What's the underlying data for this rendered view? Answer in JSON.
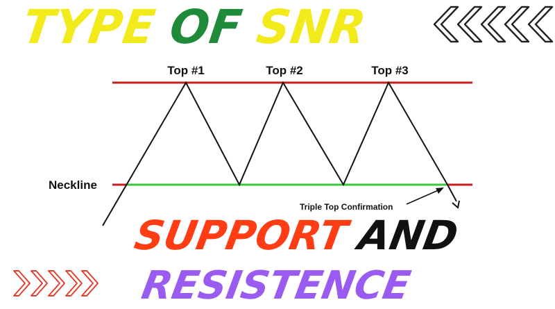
{
  "headline": {
    "part1": "TYPE",
    "part2": "OF",
    "part3": "SNR"
  },
  "subheadline": {
    "part1": "SUPPORT",
    "part2": "AND"
  },
  "footer_word": "RESISTENCE",
  "diagram": {
    "tops": [
      "Top #1",
      "Top #2",
      "Top #3"
    ],
    "neckline_label": "Neckline",
    "confirmation_label": "Triple Top Confirmation"
  },
  "colors": {
    "resistance_line": "#c81e1e",
    "neckline": "#3cc83c",
    "neckline_ends": "#c81e1e",
    "yellow": "#f2ea1b",
    "green": "#1f8a3a",
    "orange_red": "#ff3d14",
    "purple": "#9a5cf0",
    "chevron_stroke": "#222222",
    "chevron_stroke_red": "#e04030"
  },
  "icons": {
    "top_right": "double-chevron-left-icons",
    "bottom_left": "chevron-right-icons"
  }
}
